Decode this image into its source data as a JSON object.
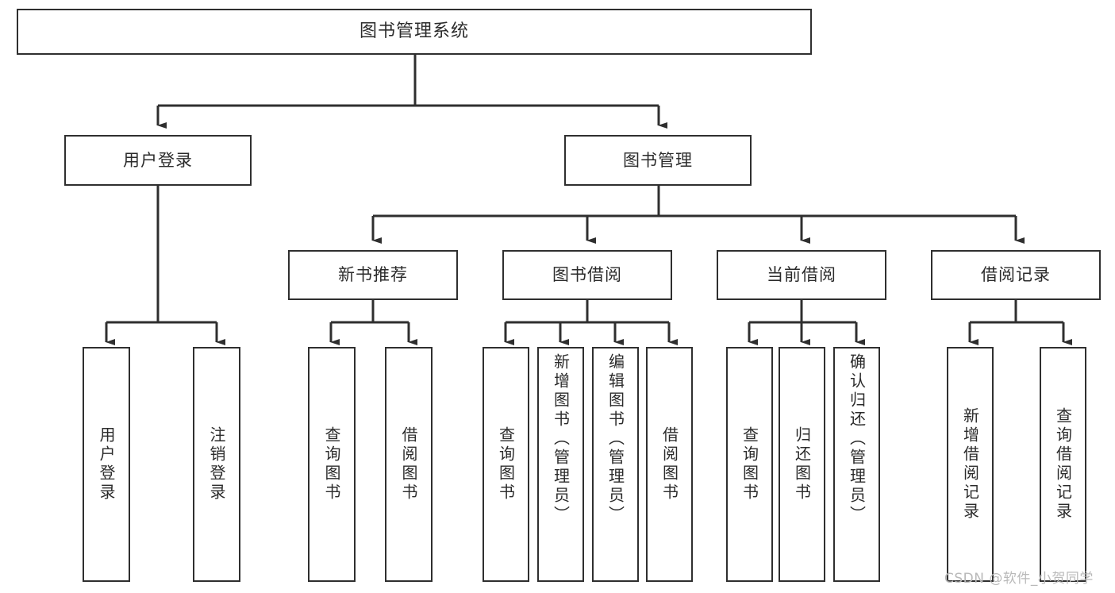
{
  "diagram": {
    "type": "hierarchy-tree",
    "title": "图书管理系统",
    "levels": 4,
    "root": {
      "id": "root",
      "label": "图书管理系统"
    },
    "level2": [
      {
        "id": "user-login",
        "label": "用户登录"
      },
      {
        "id": "book-manage",
        "label": "图书管理"
      }
    ],
    "level3": [
      {
        "id": "new-book-recommend",
        "label": "新书推荐",
        "parent": "book-manage"
      },
      {
        "id": "book-borrow",
        "label": "图书借阅",
        "parent": "book-manage"
      },
      {
        "id": "current-borrow",
        "label": "当前借阅",
        "parent": "book-manage"
      },
      {
        "id": "borrow-record",
        "label": "借阅记录",
        "parent": "book-manage"
      }
    ],
    "leaves": {
      "user_login": [
        {
          "id": "leaf-user-login",
          "label": "用户登录"
        },
        {
          "id": "leaf-logout-login",
          "label": "注销登录"
        }
      ],
      "new_book_recommend": [
        {
          "id": "leaf-query-book-1",
          "label": "查询图书"
        },
        {
          "id": "leaf-borrow-book-1",
          "label": "借阅图书"
        }
      ],
      "book_borrow": [
        {
          "id": "leaf-query-book-2",
          "label": "查询图书"
        },
        {
          "id": "leaf-add-book",
          "label": "新增图书（管理员）"
        },
        {
          "id": "leaf-edit-book",
          "label": "编辑图书（管理员）"
        },
        {
          "id": "leaf-borrow-book-2",
          "label": "借阅图书"
        }
      ],
      "current_borrow": [
        {
          "id": "leaf-query-book-3",
          "label": "查询图书"
        },
        {
          "id": "leaf-return-book",
          "label": "归还图书"
        },
        {
          "id": "leaf-confirm-return",
          "label": "确认归还（管理员）"
        }
      ],
      "borrow_record": [
        {
          "id": "leaf-add-record",
          "label": "新增借阅记录"
        },
        {
          "id": "leaf-query-record",
          "label": "查询借阅记录"
        }
      ]
    }
  },
  "watermark": {
    "text": "CSDN @软件_小贺同学"
  },
  "colors": {
    "stroke": "#2f2f2f",
    "background": "#ffffff",
    "text": "#2b2b2b",
    "watermark": "#b9b9b9"
  }
}
